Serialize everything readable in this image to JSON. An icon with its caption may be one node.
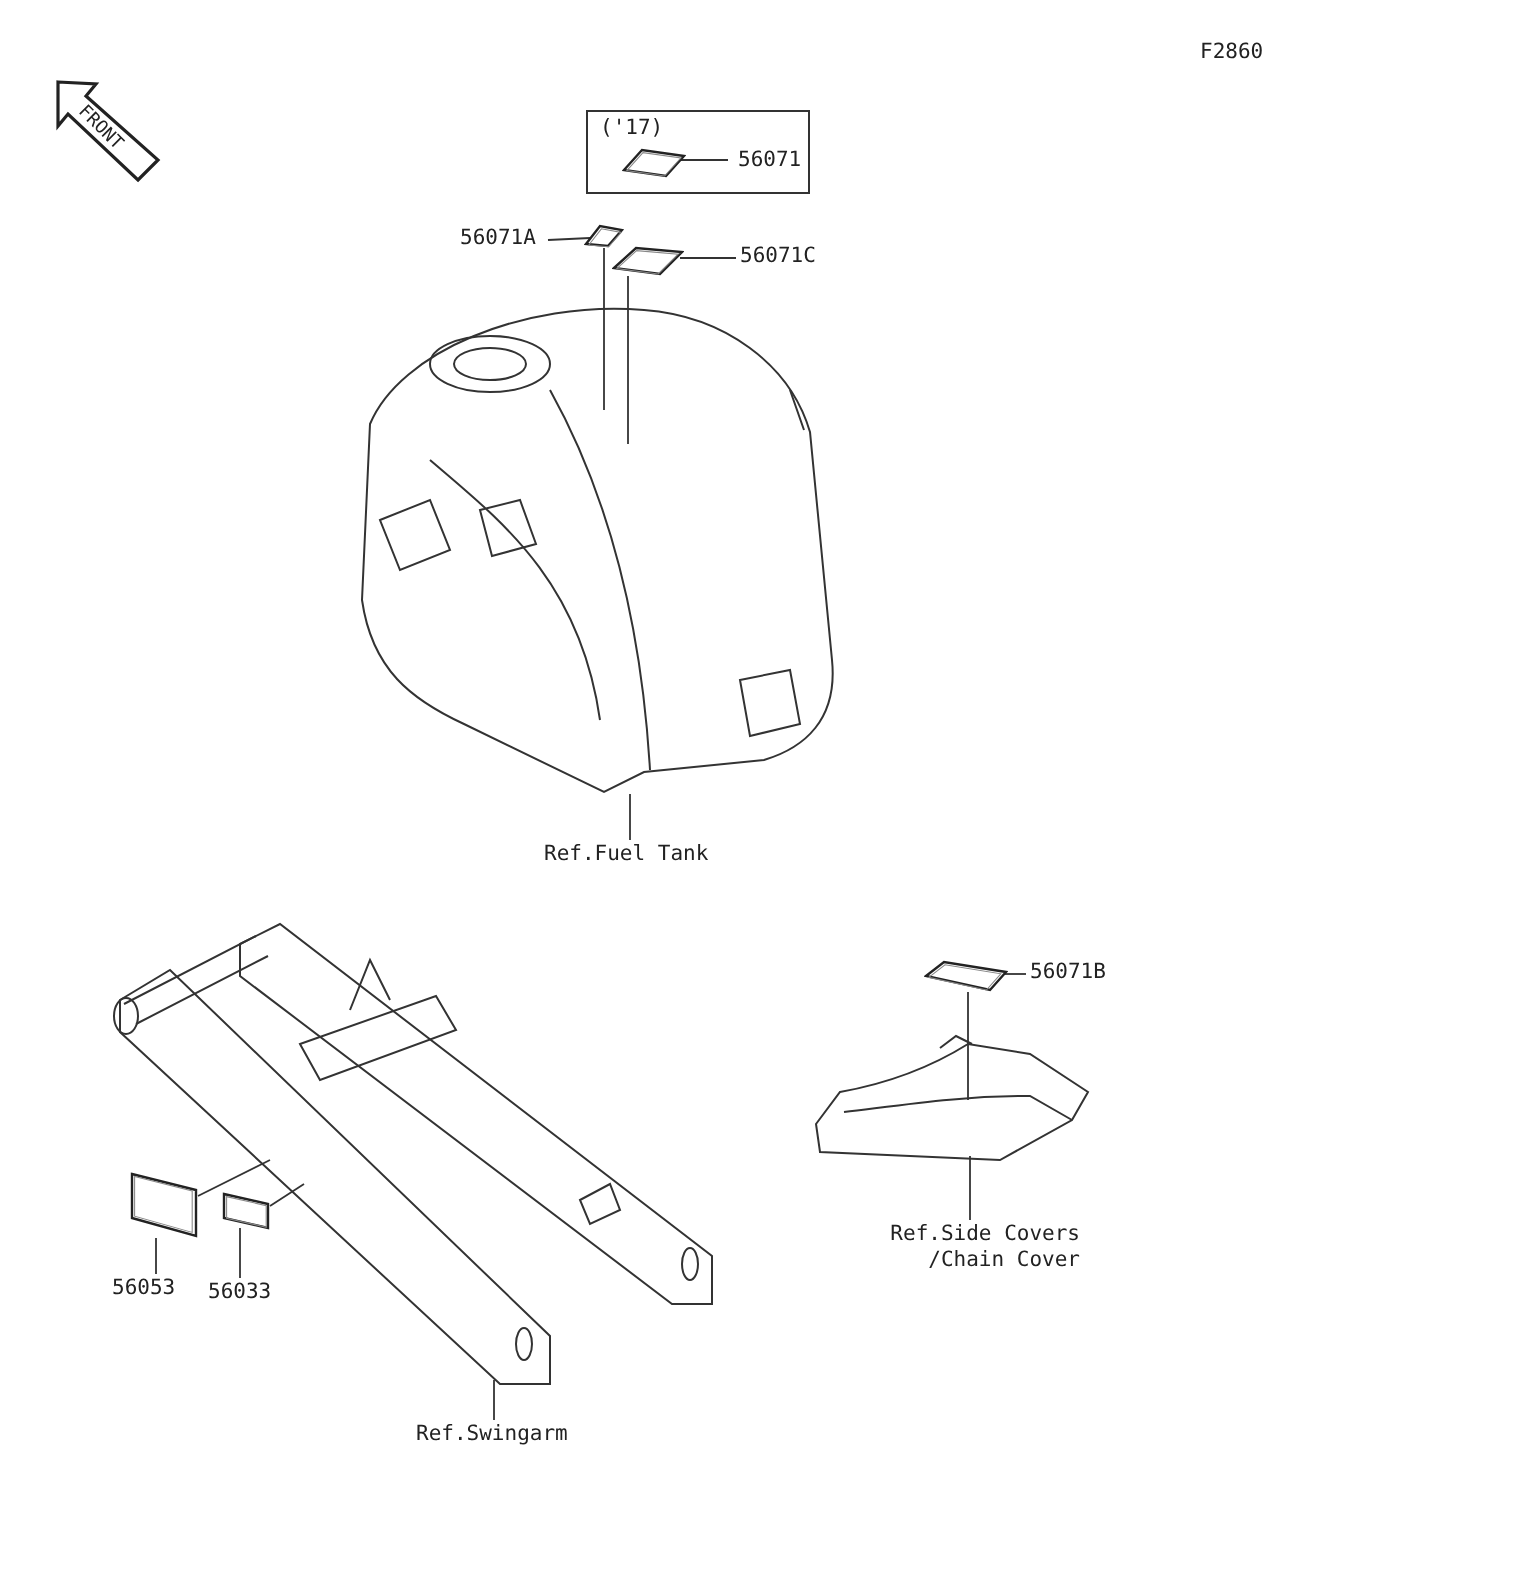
{
  "diagram": {
    "nodes": [
      {
        "text": [
          "('17)"
        ]
      },
      {
        "text": [],
        "shape": "box",
        "in": 0
      },
      {
        "text": [
          "56071"
        ],
        "in": 0
      },
      {
        "text": [
          "56071A"
        ]
      },
      {
        "text": [],
        "shape": "box"
      },
      {
        "text": [
          "56071C"
        ]
      },
      {
        "text": [],
        "shape": "box"
      },
      {
        "text": [],
        "shape": "picture"
      },
      {
        "text": [
          "Ref.Fuel Tank"
        ]
      },
      {
        "text": [],
        "shape": "box"
      },
      {
        "text": [
          "56071B"
        ]
      },
      {
        "text": [],
        "shape": "picture"
      },
      {
        "text": [
          "Ref.Side Covers /Chain Cover"
        ]
      },
      {
        "text": [],
        "shape": "picture"
      },
      {
        "text": [],
        "shape": "box"
      },
      {
        "text": [
          "56053"
        ]
      },
      {
        "text": [],
        "shape": "box"
      },
      {
        "text": [
          "56033"
        ]
      },
      {
        "text": [
          "Ref.Swingarm"
        ]
      }
    ],
    "edges": [
      {
        "from": 2,
        "to": 1,
        "arrow": "none"
      },
      {
        "from": 3,
        "to": 4,
        "arrow": "none"
      },
      {
        "from": 5,
        "to": 6,
        "arrow": "none"
      },
      {
        "from": 4,
        "to": 7,
        "arrow": "none"
      },
      {
        "from": 6,
        "to": 7,
        "arrow": "none"
      },
      {
        "from": 8,
        "to": 7,
        "arrow": "none"
      },
      {
        "from": 10,
        "to": 9,
        "arrow": "none"
      },
      {
        "from": 9,
        "to": 11,
        "arrow": "none"
      },
      {
        "from": 12,
        "to": 11,
        "arrow": "none"
      },
      {
        "from": 15,
        "to": 14,
        "arrow": "none"
      },
      {
        "from": 17,
        "to": 16,
        "arrow": "none"
      },
      {
        "from": 14,
        "to": 13,
        "arrow": "none"
      },
      {
        "from": 16,
        "to": 13,
        "arrow": "none"
      },
      {
        "from": 18,
        "to": 13,
        "arrow": "none"
      }
    ],
    "labels": [
      "F2860",
      "FRONT"
    ]
  }
}
